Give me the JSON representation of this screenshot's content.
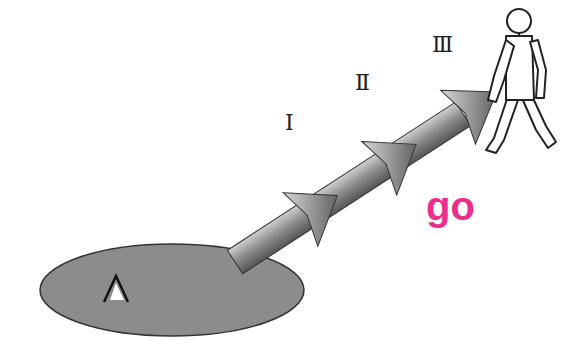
{
  "diagram": {
    "labels": [
      "Ⅰ",
      "Ⅱ",
      "Ⅲ",
      "go"
    ]
  }
}
